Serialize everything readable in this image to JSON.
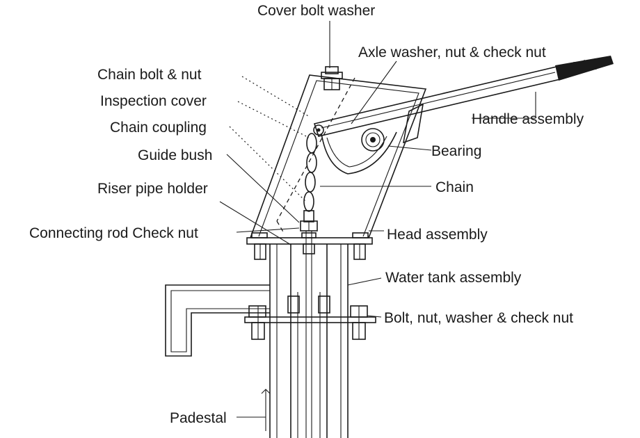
{
  "labels": {
    "cover_bolt_washer": "Cover bolt washer",
    "axle_washer": "Axle washer, nut & check nut",
    "chain_bolt": "Chain bolt & nut",
    "inspection_cover": "Inspection cover",
    "chain_coupling": "Chain coupling",
    "guide_bush": "Guide bush",
    "riser_pipe_holder": "Riser pipe holder",
    "connecting_rod": "Connecting rod Check nut",
    "handle_assembly": "Handle assembly",
    "bearing": "Bearing",
    "chain": "Chain",
    "head_assembly": "Head assembly",
    "water_tank": "Water tank assembly",
    "bolt_nut": "Bolt, nut, washer & check nut",
    "padestal": "Padestal"
  }
}
